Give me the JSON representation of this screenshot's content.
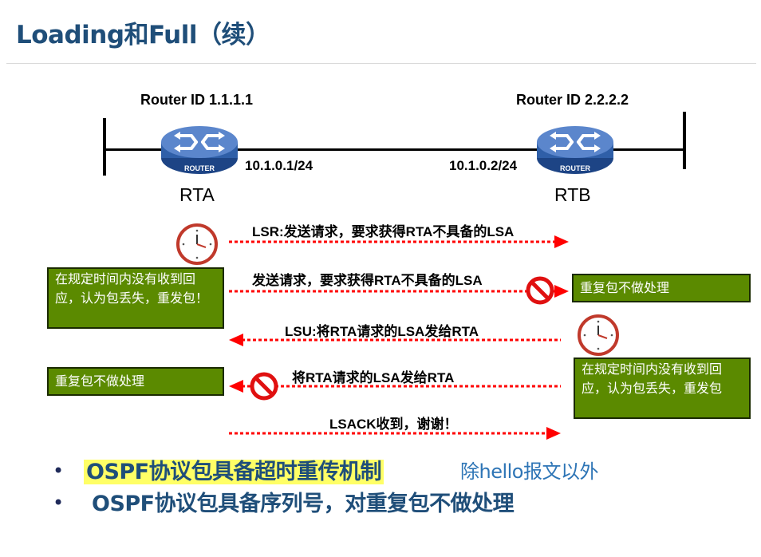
{
  "title": "Loading和Full（续）",
  "topology": {
    "rta": {
      "router_id": "Router ID 1.1.1.1",
      "name": "RTA",
      "ip": "10.1.0.1/24",
      "icon_label": "ROUTER"
    },
    "rtb": {
      "router_id": "Router ID 2.2.2.2",
      "name": "RTB",
      "ip": "10.1.0.2/24",
      "icon_label": "ROUTER"
    }
  },
  "messages": [
    {
      "text": "LSR:发送请求，要求获得RTA不具备的LSA",
      "direction": "right"
    },
    {
      "text": "发送请求，要求获得RTA不具备的LSA",
      "direction": "right"
    },
    {
      "text": "LSU:将RTA请求的LSA发给RTA",
      "direction": "left"
    },
    {
      "text": "将RTA请求的LSA发给RTA",
      "direction": "left"
    },
    {
      "text": "LSACK收到，谢谢！",
      "direction": "right"
    }
  ],
  "boxes": {
    "left_timeout": "在规定时间内没有收到回应，认为包丢失，重发包！",
    "right_duplicate": "重复包不做处理",
    "right_timeout": "在规定时间内没有收到回应，认为包丢失，重发包",
    "left_duplicate": "重复包不做处理"
  },
  "bullets": [
    {
      "marker": "•",
      "text": "OSPF协议包具备超时重传机制"
    },
    {
      "marker": "•",
      "text": "OSPF协议包具备序列号，对重复包不做处理"
    }
  ],
  "note": "除hello报文以外",
  "colors": {
    "title": "#1f4e79",
    "arrow": "#ff0000",
    "box_fill": "#5b8a00",
    "highlight": "#ffff66",
    "note": "#2e75b6",
    "router_blue": "#2f5fa8"
  }
}
